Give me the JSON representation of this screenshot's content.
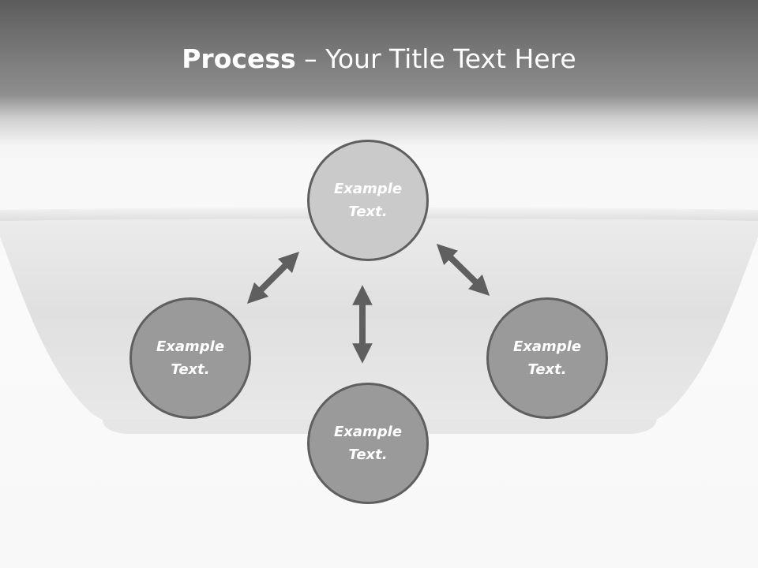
{
  "slide": {
    "title_strong": "Process",
    "title_rest": " – Your Title Text Here"
  },
  "diagram": {
    "nodes": {
      "top": "Example\nText.",
      "left": "Example\nText.",
      "right": "Example\nText.",
      "bottom": "Example\nText."
    }
  },
  "colors": {
    "header_dark": "#5c5c5c",
    "node_top_fill": "#cacaca",
    "node_fill": "#9a9a9a",
    "node_border": "#5f5f5f",
    "arrow": "#5f5f5f"
  }
}
